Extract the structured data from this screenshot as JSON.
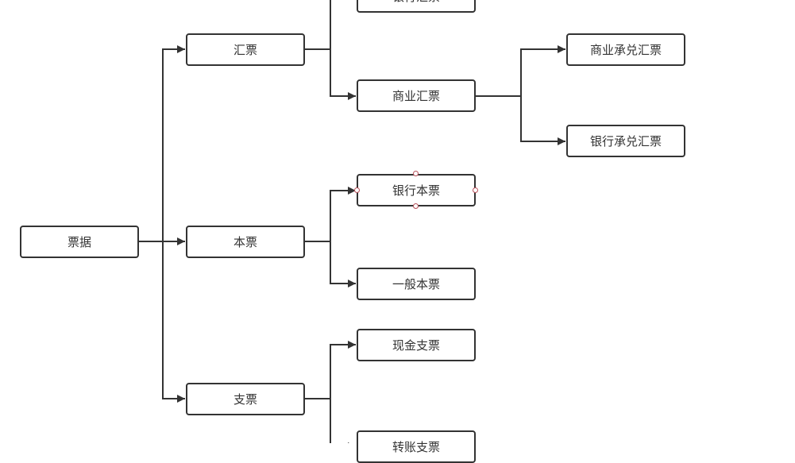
{
  "diagram": {
    "line_color": "#333333",
    "handle_color": "#b8505a",
    "nodes": {
      "root": "票据",
      "draft": "汇票",
      "promissory": "本票",
      "cheque": "支票",
      "bank_draft": "银行汇票",
      "commercial_draft": "商业汇票",
      "commercial_acceptance": "商业承兑汇票",
      "bank_acceptance": "银行承兑汇票",
      "bank_promissory": "银行本票",
      "general_promissory": "一般本票",
      "cash_cheque": "现金支票",
      "transfer_cheque": "转账支票"
    }
  }
}
